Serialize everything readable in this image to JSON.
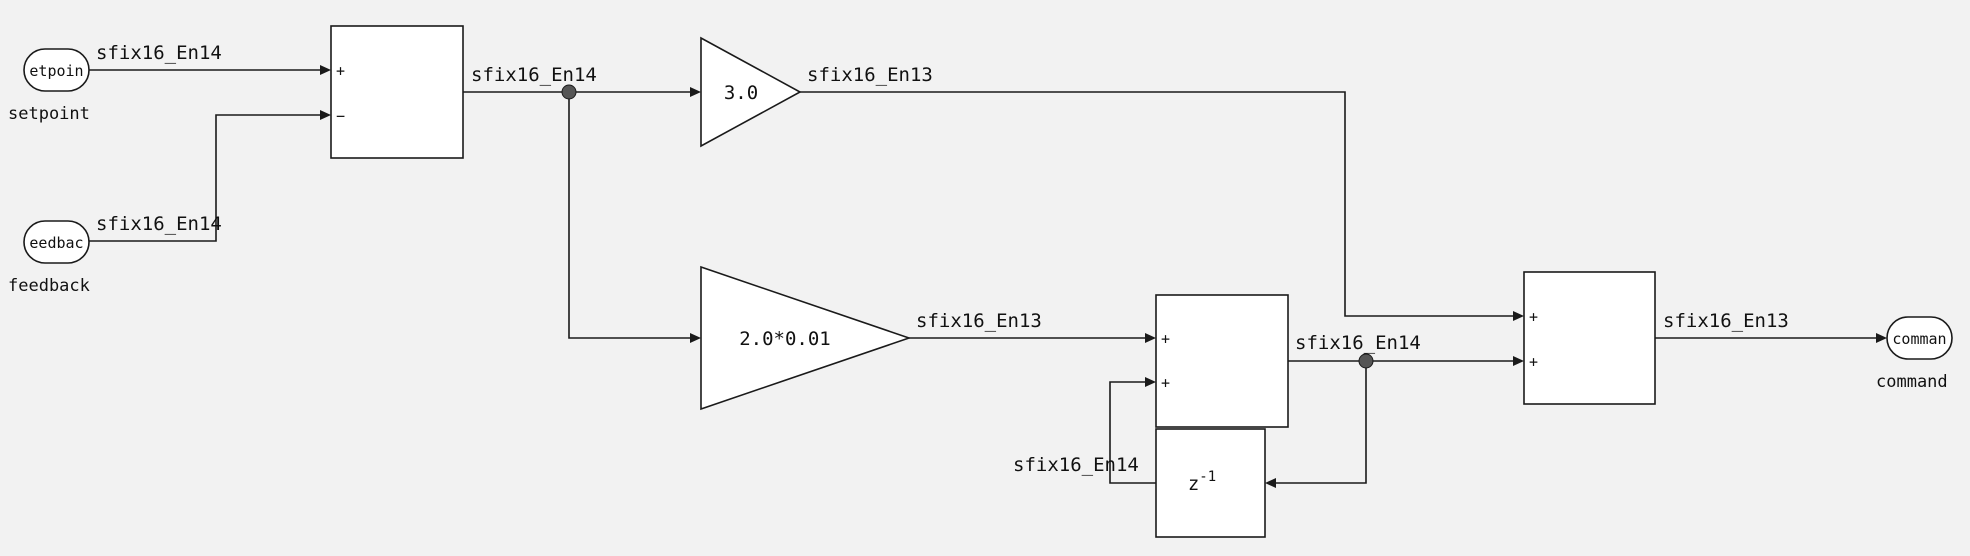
{
  "inports": {
    "setpoint": {
      "short": "etpoin",
      "name": "setpoint"
    },
    "feedback": {
      "short": "eedbac",
      "name": "feedback"
    }
  },
  "outports": {
    "command": {
      "short": "comman",
      "name": "command"
    }
  },
  "blocks": {
    "sum_error": {
      "signs": [
        "+",
        "−"
      ]
    },
    "gain_p": {
      "value": "3.0"
    },
    "gain_i": {
      "value": "2.0*0.01"
    },
    "sum_integrator": {
      "signs": [
        "+",
        "+"
      ]
    },
    "unit_delay": {
      "base": "z",
      "exp": "-1"
    },
    "sum_output": {
      "signs": [
        "+",
        "+"
      ]
    }
  },
  "signals": {
    "setpoint": "sfix16_En14",
    "feedback": "sfix16_En14",
    "error": "sfix16_En14",
    "p_term": "sfix16_En13",
    "i_gain_out": "sfix16_En13",
    "integrator_out": "sfix16_En14",
    "delay_out": "sfix16_En14",
    "command": "sfix16_En13"
  }
}
